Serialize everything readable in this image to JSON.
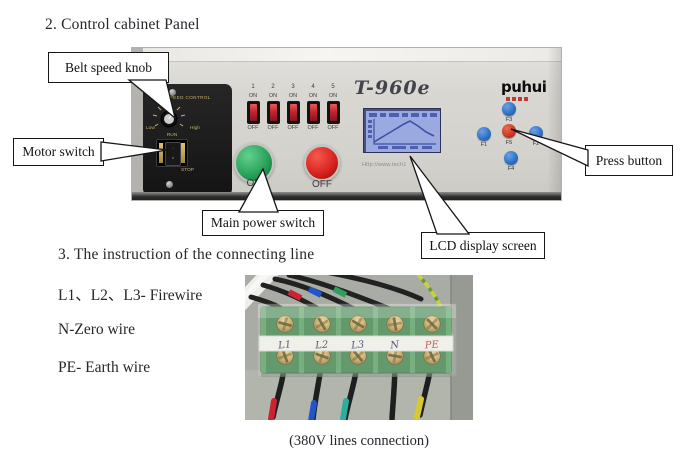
{
  "document": {
    "section2_heading": "2. Control cabinet Panel",
    "section3_heading": "3. The instruction of the connecting line",
    "wire_line1": "L1、L2、L3- Firewire",
    "wire_line2": "N-Zero wire",
    "wire_line3": "PE- Earth wire",
    "caption": "(380V lines connection)"
  },
  "callouts": {
    "belt_speed_knob": "Belt speed knob",
    "motor_switch": "Motor switch",
    "main_power_switch": "Main power switch",
    "lcd_display_screen": "LCD display screen",
    "press_button": "Press button"
  },
  "panel": {
    "model_logo": "T-960e",
    "brand_logo": "puhui",
    "website": "Http://www.tech1",
    "speed_module": {
      "title": "SPEED CONTROL",
      "low": "Low",
      "high": "High",
      "run": "RUN",
      "stop": "STOP"
    },
    "dip_switches": {
      "numbers": [
        "1",
        "2",
        "3",
        "4",
        "5"
      ],
      "on_label": "ON",
      "off_label": "OFF"
    },
    "power_buttons": {
      "on_label": "ON",
      "off_label": "OFF"
    },
    "function_buttons": {
      "up": "F3",
      "left": "F1",
      "center": "F5",
      "right": "F2",
      "down": "F4"
    }
  },
  "terminal_block": {
    "labels": [
      "L1",
      "L2",
      "L3",
      "N",
      "PE"
    ]
  },
  "colors": {
    "power_on_green": "#2aa35a",
    "power_off_red": "#d9241f",
    "dip_rocker_red": "#c0262f",
    "function_blue": "#2e6fc0",
    "function_center_red": "#c93524",
    "lcd_screen": "#9aa9e0",
    "lcd_ink": "#3c50a6",
    "earth_wire_yellow": "#c9cf45",
    "pe_label_red": "#c4454e"
  }
}
